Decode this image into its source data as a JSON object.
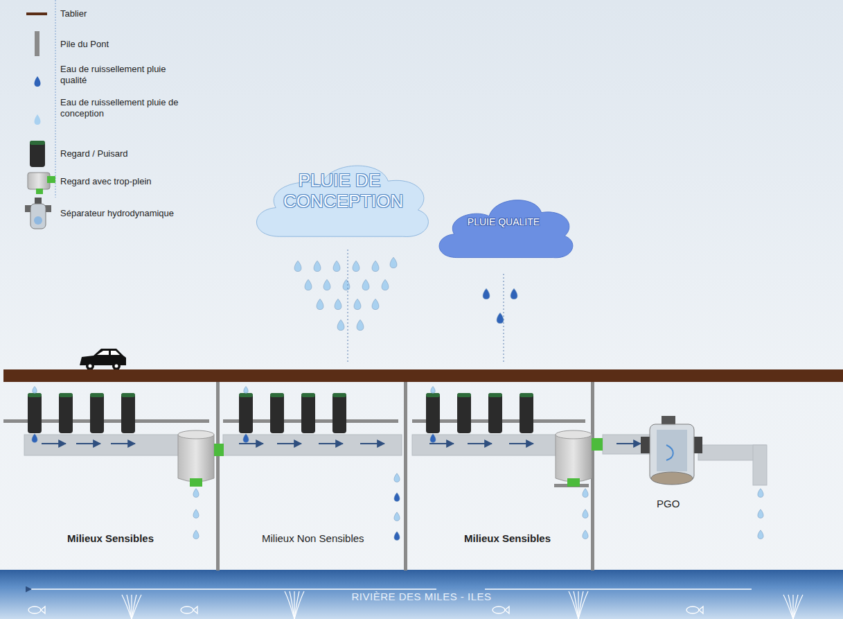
{
  "diagram": {
    "nodes": [
      {
        "text": [
          "PLUIE DE CONCEPTION"
        ]
      },
      {
        "text": [
          "PLUIE QUALITE"
        ]
      },
      {
        "text": [
          "RIVIÈRE DES MILES - ILES"
        ]
      }
    ],
    "labels": [
      "Milieux Sensibles",
      "Milieux Non Sensibles",
      "Milieux Sensibles",
      "PGO"
    ],
    "legend": [
      {
        "text": "Tablier"
      },
      {
        "text": "Pile du Pont"
      },
      {
        "text": "Eau de ruissellement pluie qualité"
      },
      {
        "text": "Eau de ruissellement pluie de conception"
      },
      {
        "text": "Regard / Puisard"
      },
      {
        "text": "Regard avec trop-plein"
      },
      {
        "text": "Séparateur hydrodynamique"
      }
    ]
  }
}
